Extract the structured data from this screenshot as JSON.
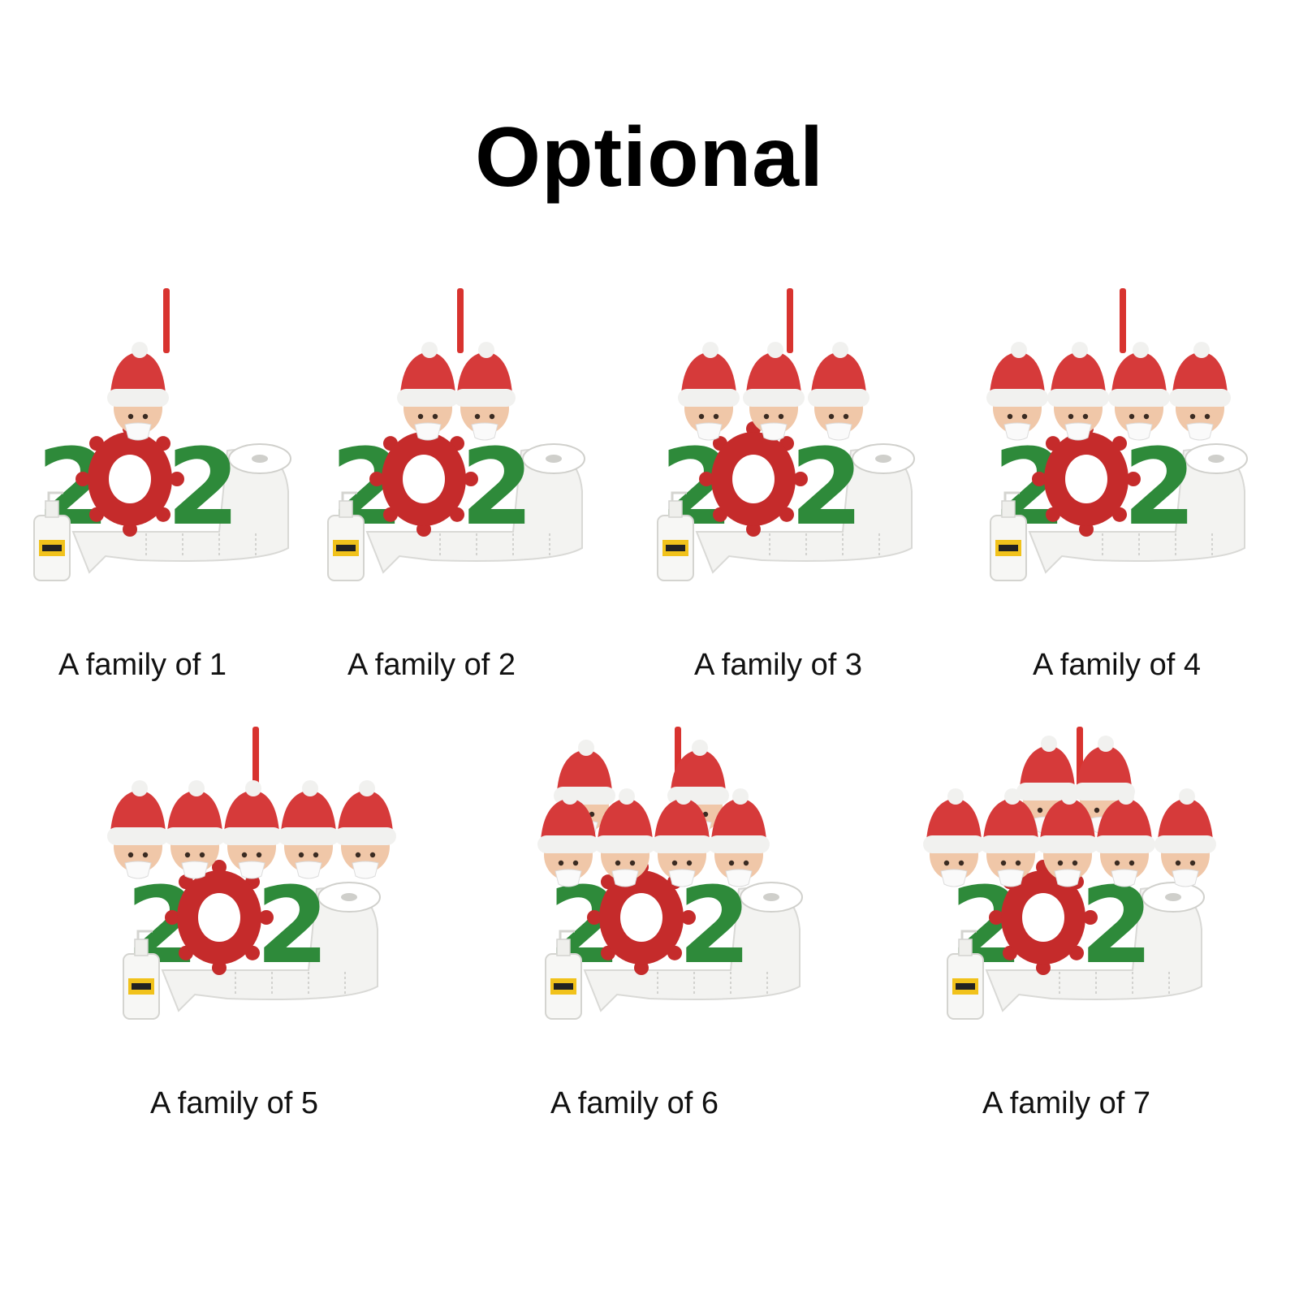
{
  "title": "Optional",
  "options": [
    {
      "label": "A family of 1",
      "count": 1
    },
    {
      "label": "A family of 2",
      "count": 2
    },
    {
      "label": "A family of 3",
      "count": 3
    },
    {
      "label": "A family of 4",
      "count": 4
    },
    {
      "label": "A family of 5",
      "count": 5
    },
    {
      "label": "A family of 6",
      "count": 6
    },
    {
      "label": "A family of 7",
      "count": 7
    }
  ],
  "colors": {
    "hat": "#d63a3a",
    "fur": "#f1f1ef",
    "face": "#f0c7a8",
    "glitter_green": "#2e8a3a",
    "red_zero": "#c52b2b",
    "paper": "#f3f3f1",
    "ribbon": "#d8332f",
    "label_yellow": "#f1c21b"
  },
  "icon": "family-ornament-icon"
}
